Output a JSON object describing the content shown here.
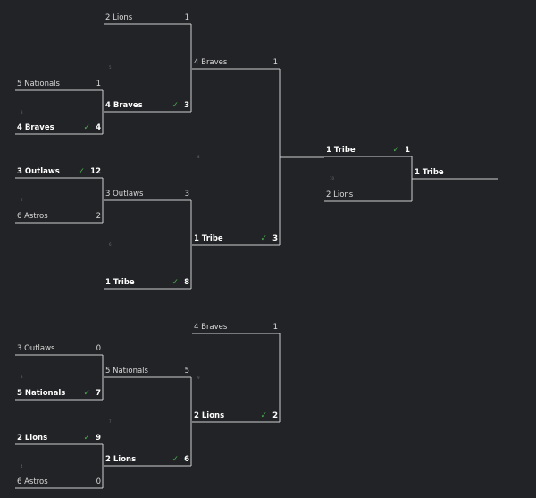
{
  "colors": {
    "background": "#222326",
    "line": "#cfcfcf",
    "text": "#d9d9d9",
    "winner_text": "#ffffff",
    "check": "#4caf50",
    "game_number": "#6a6a6a"
  },
  "icons": {
    "win_marker": "check-icon"
  },
  "matches": [
    {
      "id": "wb-r1-a",
      "game": "3",
      "top": {
        "seed_team": "5 Nationals",
        "score": "1",
        "winner": false
      },
      "bottom": {
        "seed_team": "4 Braves",
        "score": "4",
        "winner": true
      }
    },
    {
      "id": "wb-r1-b",
      "game": "2",
      "top": {
        "seed_team": "3 Outlaws",
        "score": "12",
        "winner": true
      },
      "bottom": {
        "seed_team": "6 Astros",
        "score": "2",
        "winner": false
      }
    },
    {
      "id": "wb-r2-a",
      "game": "5",
      "top": {
        "seed_team": "2 Lions",
        "score": "1",
        "winner": false
      },
      "bottom": {
        "seed_team": "4 Braves",
        "score": "3",
        "winner": true
      }
    },
    {
      "id": "wb-r2-b",
      "game": "6",
      "top": {
        "seed_team": "3 Outlaws",
        "score": "3",
        "winner": false
      },
      "bottom": {
        "seed_team": "1 Tribe",
        "score": "8",
        "winner": true
      }
    },
    {
      "id": "wb-r3",
      "game": "8",
      "top": {
        "seed_team": "4 Braves",
        "score": "1",
        "winner": false
      },
      "bottom": {
        "seed_team": "1 Tribe",
        "score": "3",
        "winner": true
      }
    },
    {
      "id": "final",
      "game": "10",
      "top": {
        "seed_team": "1 Tribe",
        "score": "1",
        "winner": true
      },
      "bottom": {
        "seed_team": "2 Lions",
        "score": "",
        "winner": false
      }
    },
    {
      "id": "lb-r1-a",
      "game": "3",
      "top": {
        "seed_team": "3 Outlaws",
        "score": "0",
        "winner": false
      },
      "bottom": {
        "seed_team": "5 Nationals",
        "score": "7",
        "winner": true
      }
    },
    {
      "id": "lb-r1-b",
      "game": "4",
      "top": {
        "seed_team": "2 Lions",
        "score": "9",
        "winner": true
      },
      "bottom": {
        "seed_team": "6 Astros",
        "score": "0",
        "winner": false
      }
    },
    {
      "id": "lb-r2",
      "game": "7",
      "top": {
        "seed_team": "5 Nationals",
        "score": "5",
        "winner": false
      },
      "bottom": {
        "seed_team": "2 Lions",
        "score": "6",
        "winner": true
      }
    },
    {
      "id": "lb-r3",
      "game": "9",
      "top": {
        "seed_team": "4 Braves",
        "score": "1",
        "winner": false
      },
      "bottom": {
        "seed_team": "2 Lions",
        "score": "2",
        "winner": true
      }
    }
  ],
  "champion": {
    "seed_team": "1 Tribe"
  }
}
